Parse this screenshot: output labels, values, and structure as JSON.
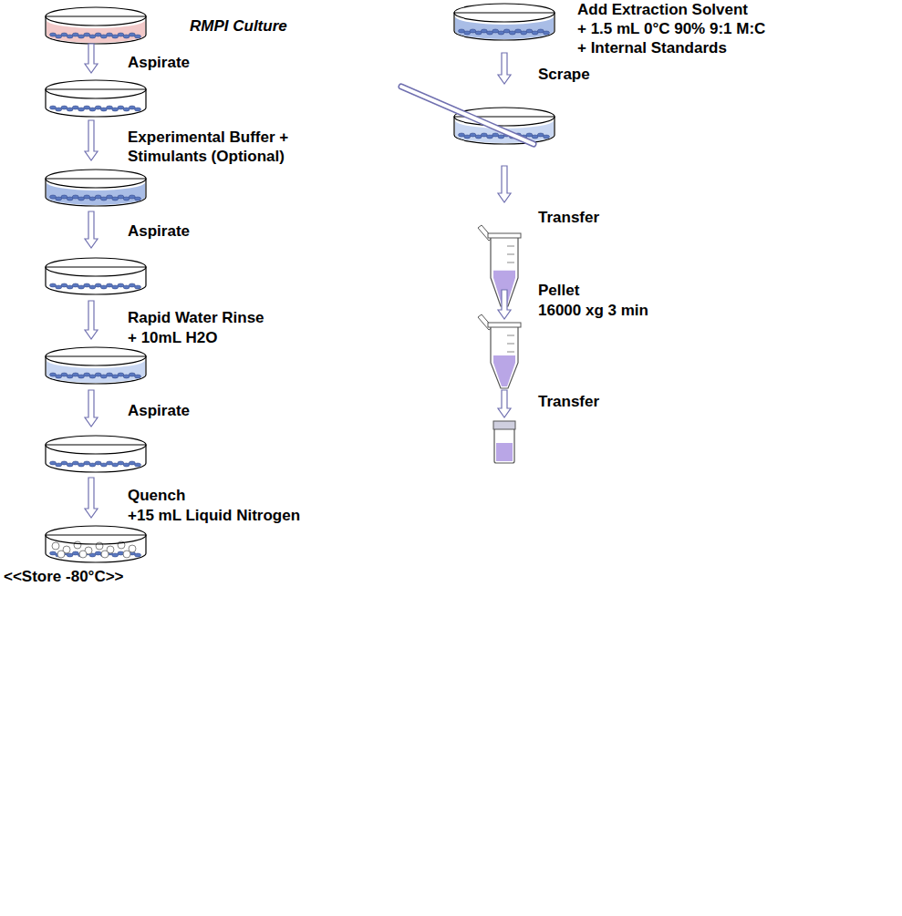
{
  "diagram": {
    "labels": [
      "RMPI Culture",
      "Aspirate",
      "Experimental Buffer + Stimulants (Optional)",
      "Aspirate",
      "Rapid Water Rinse",
      "+ 10mL H2O",
      "Aspirate",
      "Quench",
      "+15 mL Liquid Nitrogen",
      "<<Store -80°C>>",
      "Add Extraction Solvent",
      "+ 1.5 mL 0°C 90% 9:1 M:C",
      "+ Internal Standards",
      "Scrape",
      "Transfer",
      "Pellet",
      "16000 xg 3 min",
      "Transfer"
    ]
  }
}
